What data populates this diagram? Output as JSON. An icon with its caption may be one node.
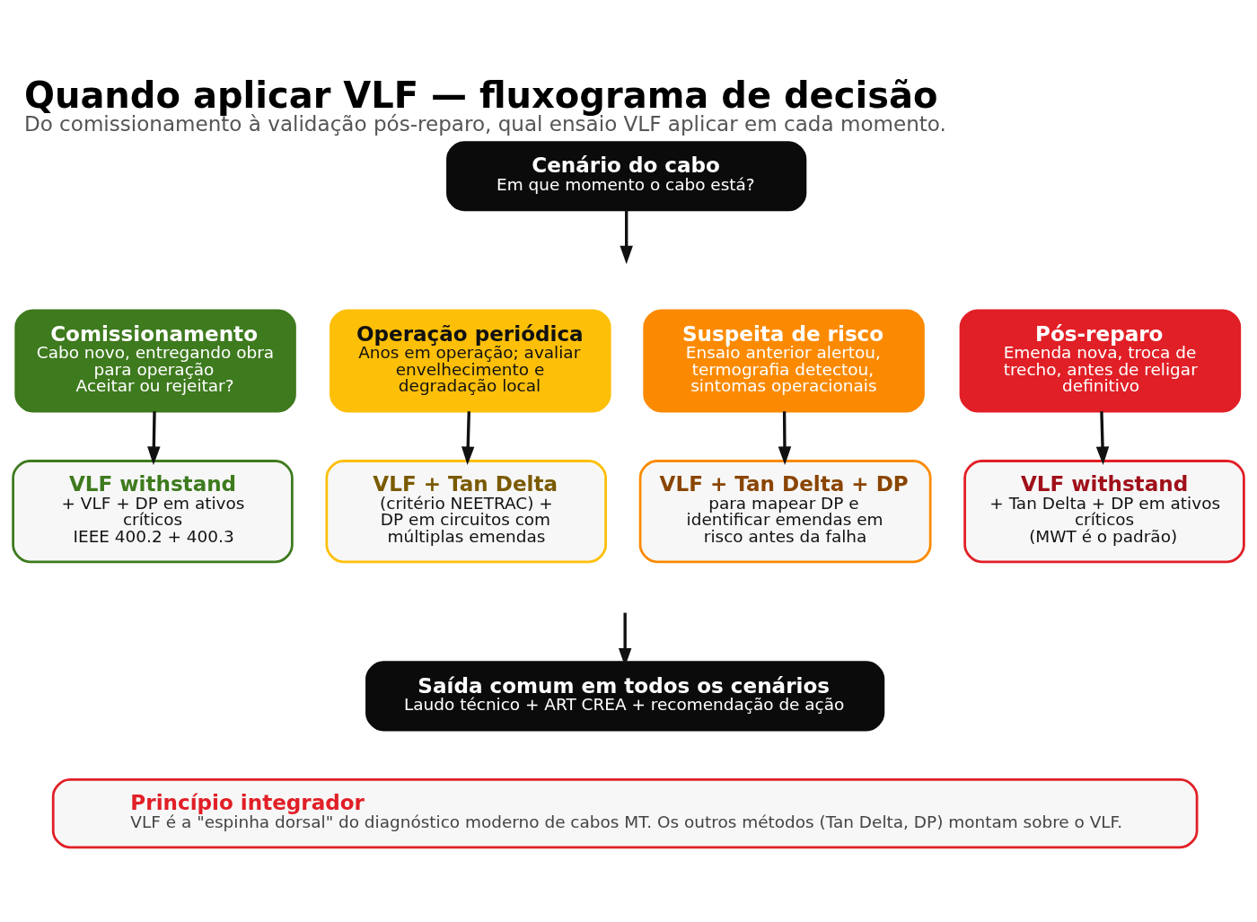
{
  "diagram": {
    "title": "Quando aplicar VLF — fluxograma de decisão",
    "caption": "Do comissionamento à validação pós-reparo, qual ensaio VLF aplicar em cada momento.",
    "nodes": [
      {
        "text": [
          "Cenário do cabo",
          "Em que momento o cabo está?"
        ]
      },
      {
        "text": [
          "Comissionamento",
          "Cabo novo, entregando obra para operação",
          "Aceitar ou rejeitar?"
        ]
      },
      {
        "text": [
          "Operação periódica",
          "Anos em operação; avaliar envelhecimento e degradação local"
        ]
      },
      {
        "text": [
          "Suspeita de risco",
          "Ensaio anterior alertou, termografia detectou, sintomas operacionais"
        ]
      },
      {
        "text": [
          "Pós-reparo",
          "Emenda nova, troca de trecho, antes de religar definitivo"
        ]
      },
      {
        "text": [
          "VLF withstand",
          "+ VLF + DP em ativos críticos",
          "IEEE 400.2 + 400.3"
        ]
      },
      {
        "text": [
          "VLF + Tan Delta",
          "(critério NEETRAC) + DP em circuitos com múltiplas emendas"
        ]
      },
      {
        "text": [
          "VLF + Tan Delta + DP",
          "para mapear DP e identificar emendas em risco antes da falha"
        ]
      },
      {
        "text": [
          "VLF withstand",
          "+ Tan Delta + DP em ativos críticos",
          "(MWT é o padrão)"
        ]
      },
      {
        "text": [
          "Saída comum em todos os cenários",
          "Laudo técnico + ART CREA + recomendação de ação"
        ]
      },
      {
        "text": [
          "Princípio integrador",
          "VLF é a \"espinha dorsal\" do diagnóstico moderno de cabos MT. Os outros métodos (Tan Delta, DP) montam sobre o VLF."
        ]
      }
    ],
    "edges": [
      {
        "from": 0,
        "to": null,
        "arrow": "to"
      },
      {
        "from": 1,
        "to": 5,
        "arrow": "to"
      },
      {
        "from": 2,
        "to": 6,
        "arrow": "to"
      },
      {
        "from": 3,
        "to": 7,
        "arrow": "to"
      },
      {
        "from": 4,
        "to": 8,
        "arrow": "to"
      },
      {
        "from": null,
        "to": 9,
        "arrow": "to"
      }
    ]
  }
}
